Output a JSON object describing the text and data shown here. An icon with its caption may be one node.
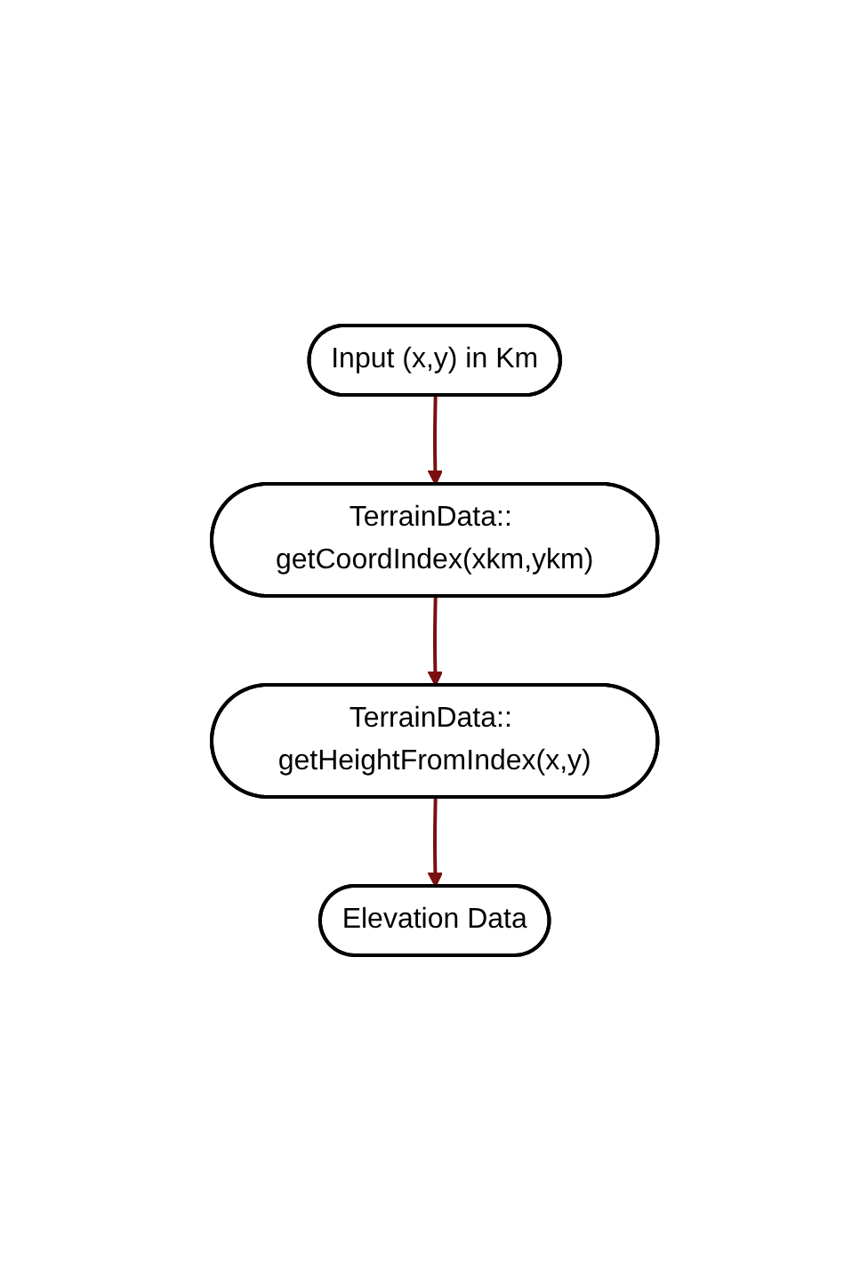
{
  "diagram": {
    "nodes": [
      {
        "text": [
          "Input (x,y) in Km"
        ]
      },
      {
        "text": [
          "TerrainData:: getCoordIndex(xkm,ykm)"
        ]
      },
      {
        "text": [
          "TerrainData:: getHeightFromIndex(x,y)"
        ]
      },
      {
        "text": [
          "Elevation Data"
        ]
      }
    ],
    "edges": [
      {
        "from": 0,
        "to": 1,
        "arrow": "to"
      },
      {
        "from": 1,
        "to": 2,
        "arrow": "to"
      },
      {
        "from": 2,
        "to": 3,
        "arrow": "to"
      }
    ]
  }
}
